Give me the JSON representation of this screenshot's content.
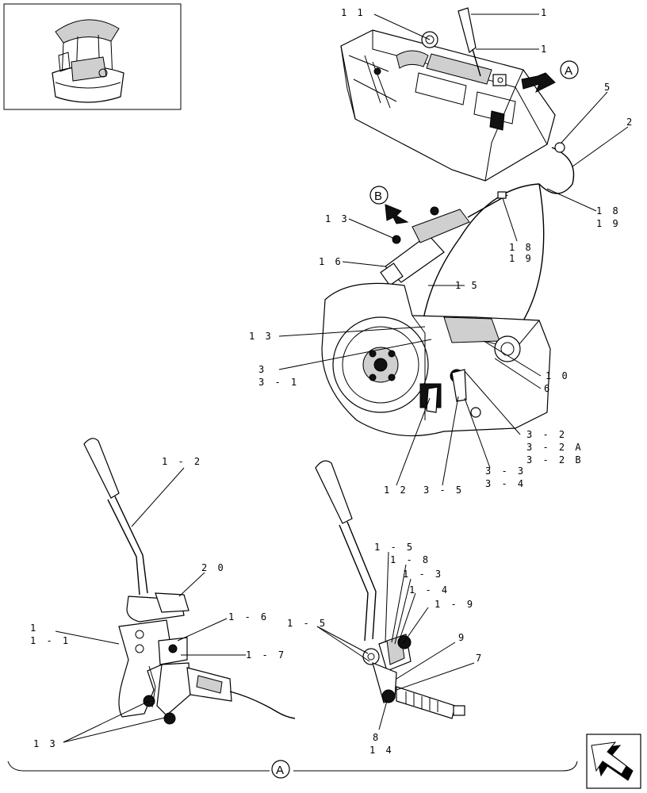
{
  "callouts": {
    "c_11": "1 1",
    "c_1_top_a": "1",
    "c_1_top_b": "1",
    "c_5": "5",
    "c_2": "2",
    "c_18_a": "1 8",
    "c_19_a": "1 9",
    "c_18_b": "1 8",
    "c_19_b": "1 9",
    "c_13_a": "1 3",
    "c_16": "1 6",
    "c_15": "1 5",
    "c_13_b": "1 3",
    "c_3": "3",
    "c_3_1": "3 - 1",
    "c_10": "1 0",
    "c_6": "6",
    "c_3_2": "3 - 2",
    "c_3_2a": "3 - 2 A",
    "c_3_2b": "3 - 2 B",
    "c_3_3": "3 - 3",
    "c_3_4": "3 - 4",
    "c_12": "1 2",
    "c_3_5": "3 - 5",
    "c_1_2": "1 - 2",
    "c_20": "2 0",
    "c_1_l": "1",
    "c_1_1": "1 - 1",
    "c_1_6": "1 - 6",
    "c_1_7": "1 - 7",
    "c_13_c": "1 3",
    "c_1_5_top": "1 - 5",
    "c_1_8": "1 - 8",
    "c_1_3": "1 - 3",
    "c_1_4": "1 - 4",
    "c_1_9": "1 - 9",
    "c_1_5_left": "1 - 5",
    "c_9": "9",
    "c_7": "7",
    "c_8": "8",
    "c_14": "1 4"
  },
  "views": {
    "view_a_top": "A",
    "view_b": "B",
    "view_a_bottom": "A"
  },
  "icons": {
    "thumbnail": "tractor-cab-thumbnail",
    "nav": "navigation-arrow-icon"
  }
}
